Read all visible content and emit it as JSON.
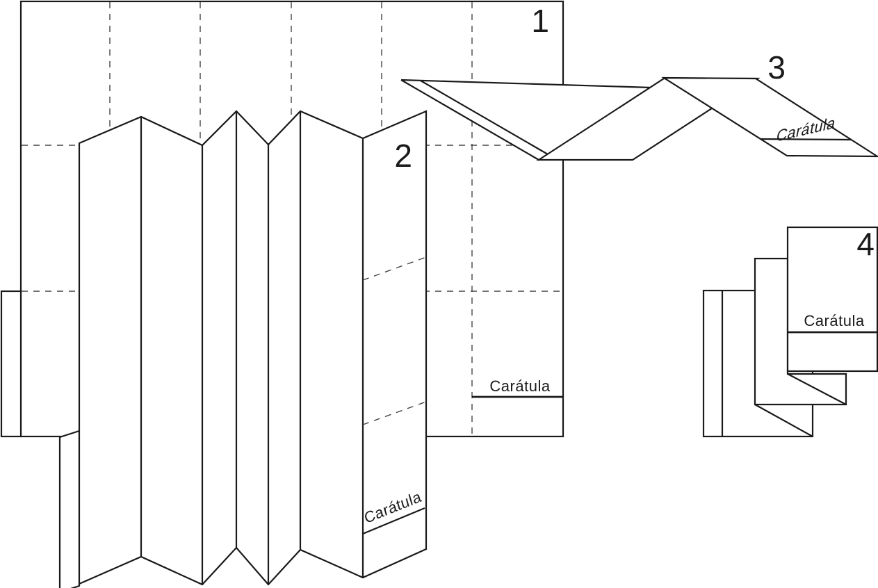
{
  "diagram": {
    "kind": "paper-folding-instructions",
    "steps": [
      {
        "number": "1",
        "cover_label": "Carátula"
      },
      {
        "number": "2",
        "cover_label": "Carátula"
      },
      {
        "number": "3",
        "cover_label": "Carátula"
      },
      {
        "number": "4",
        "cover_label": "Carátula"
      }
    ],
    "colors": {
      "background": "#ffffff",
      "line": "#1a1a1a",
      "fold_dash": "#454545",
      "paper_fill": "#ffffff"
    }
  }
}
